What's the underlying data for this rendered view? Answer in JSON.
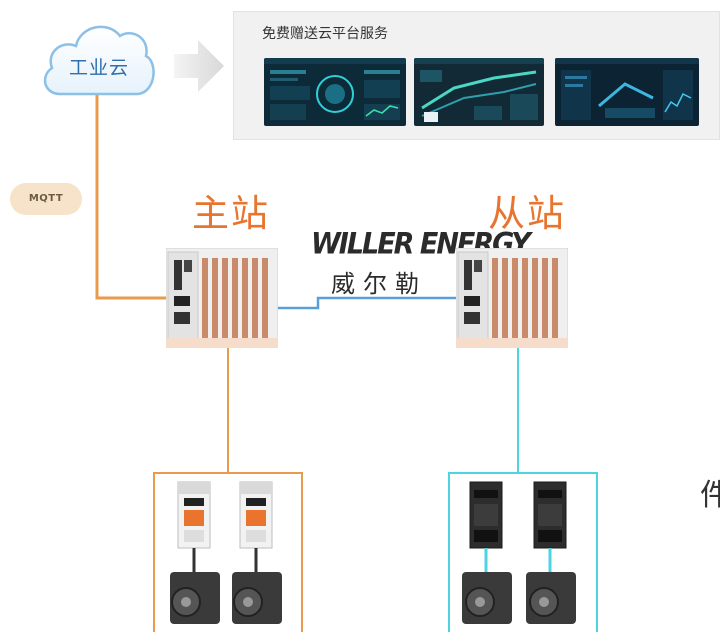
{
  "cloud": {
    "label": "工业云",
    "icon": "cloud-icon",
    "stroke_color": "#8cc0e6"
  },
  "arrow": {
    "icon": "arrow-right-icon"
  },
  "platform": {
    "title": "免费赠送云平台服务",
    "screens": [
      {
        "icon": "dashboard-screenshot-icon"
      },
      {
        "icon": "dashboard-screenshot-icon"
      },
      {
        "icon": "dashboard-screenshot-icon"
      }
    ]
  },
  "protocol": {
    "label": "MQTT"
  },
  "master": {
    "label": "主站",
    "color": "#e8742e"
  },
  "slave": {
    "label": "从站",
    "color": "#e8742e"
  },
  "logo": {
    "text_en": "WILLER ENERGY",
    "text_cn": "威尔勒"
  },
  "edge_text": "件",
  "wiring": {
    "orange": "#e89a4e",
    "blue": "#5b9fd8",
    "cyan": "#4ed3e0"
  },
  "master_devices": [
    {
      "type": "servo-drive-white",
      "icon": "servo-drive-icon"
    },
    {
      "type": "servo-drive-white",
      "icon": "servo-drive-icon"
    }
  ],
  "slave_devices": [
    {
      "type": "servo-drive-black",
      "icon": "servo-drive-icon"
    },
    {
      "type": "servo-drive-black",
      "icon": "servo-drive-icon"
    }
  ]
}
